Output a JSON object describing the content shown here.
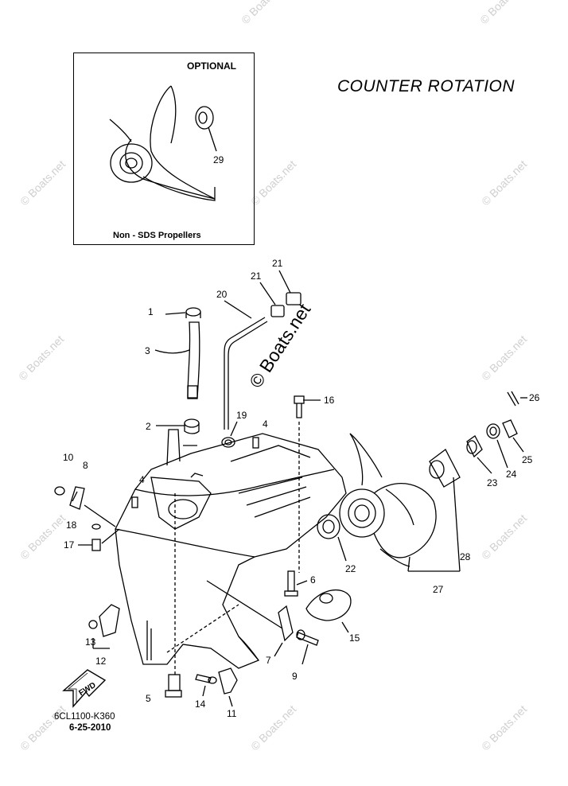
{
  "title": "COUNTER  ROTATION",
  "optional_box": {
    "heading": "OPTIONAL",
    "caption": "Non - SDS Propellers",
    "callouts": [
      "29"
    ]
  },
  "callouts": [
    "1",
    "2",
    "3",
    "4",
    "4",
    "5",
    "6",
    "7",
    "8",
    "9",
    "10",
    "11",
    "12",
    "13",
    "14",
    "15",
    "16",
    "17",
    "18",
    "19",
    "20",
    "21",
    "21",
    "22",
    "23",
    "24",
    "25",
    "26",
    "27",
    "28"
  ],
  "fwd_label": "FWD",
  "drawing_code": "6CL1100-K360",
  "drawing_date": "6-25-2010",
  "watermark": {
    "small": "© Boats.net",
    "large": "© Boats.net"
  }
}
